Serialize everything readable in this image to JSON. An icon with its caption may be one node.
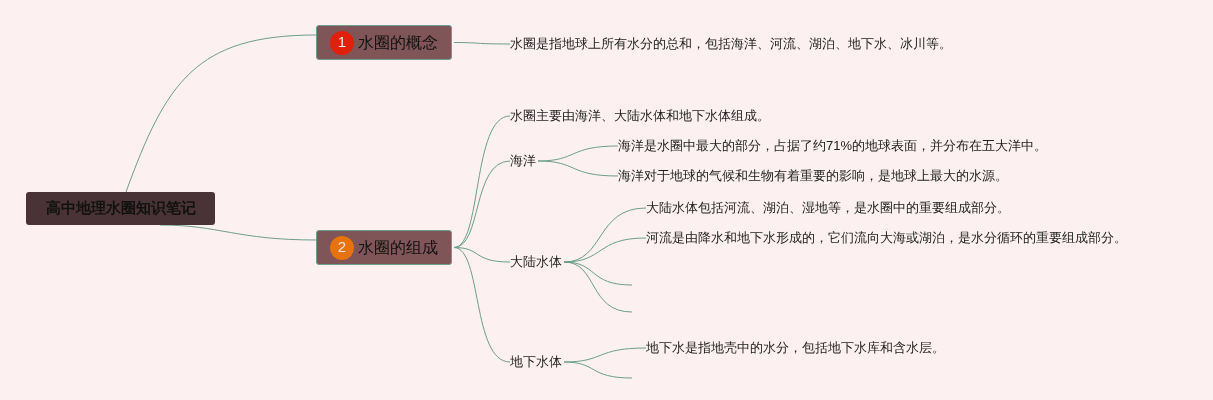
{
  "diagram": {
    "nodes": [
      {
        "text": [
          "高中地理水圈知识笔记"
        ]
      },
      {
        "text": [
          "1",
          "水圈的概念"
        ]
      },
      {
        "text": [
          "水圈是指地球上所有水分的总和，包括海洋、河流、湖泊、地下水、冰川等。"
        ]
      },
      {
        "text": [
          "2",
          "水圈的组成"
        ]
      },
      {
        "text": [
          "水圈主要由海洋、大陆水体和地下水体组成。"
        ]
      },
      {
        "text": [
          "海洋"
        ]
      },
      {
        "text": [
          "海洋是水圈中最大的部分，占据了约71%的地球表面，并分布在五大洋中。"
        ]
      },
      {
        "text": [
          "海洋对于地球的气候和生物有着重要的影响，是地球上最大的水源。"
        ]
      },
      {
        "text": [
          "大陆水体"
        ]
      },
      {
        "text": [
          "大陆水体包括河流、湖泊、湿地等，是水圈中的重要组成部分。"
        ]
      },
      {
        "text": [
          "河流是由降水和地下水形成的，它们流向大海或湖泊，是水分循环的重要组成部分。"
        ]
      },
      {
        "text": [
          "地下水体"
        ]
      },
      {
        "text": [
          "地下水是指地壳中的水分，包括地下水库和含水层。"
        ]
      }
    ],
    "edges": [
      {
        "from": 0,
        "to": 1,
        "arrow": "none"
      },
      {
        "from": 1,
        "to": 2,
        "arrow": "none"
      },
      {
        "from": 0,
        "to": 3,
        "arrow": "none"
      },
      {
        "from": 3,
        "to": 4,
        "arrow": "none"
      },
      {
        "from": 3,
        "to": 5,
        "arrow": "none"
      },
      {
        "from": 5,
        "to": 6,
        "arrow": "none"
      },
      {
        "from": 5,
        "to": 7,
        "arrow": "none"
      },
      {
        "from": 3,
        "to": 8,
        "arrow": "none"
      },
      {
        "from": 8,
        "to": 9,
        "arrow": "none"
      },
      {
        "from": 8,
        "to": 10,
        "arrow": "none"
      },
      {
        "from": 8,
        "to": null,
        "arrow": "none"
      },
      {
        "from": 8,
        "to": null,
        "arrow": "none"
      },
      {
        "from": 3,
        "to": 11,
        "arrow": "none"
      },
      {
        "from": 11,
        "to": 12,
        "arrow": "none"
      },
      {
        "from": 11,
        "to": null,
        "arrow": "none"
      }
    ]
  }
}
